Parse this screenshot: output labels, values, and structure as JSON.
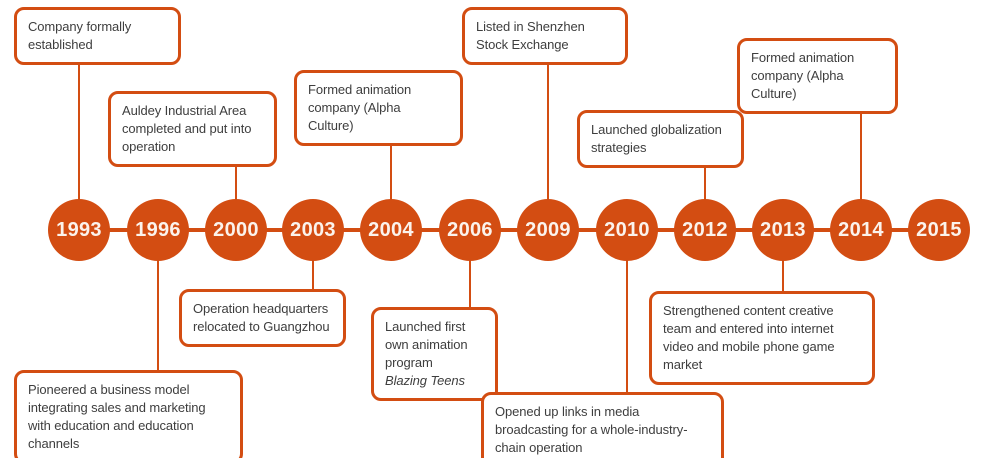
{
  "diagram": {
    "type": "timeline",
    "accent_color": "#d34d12",
    "text_color": "#3e3e3e",
    "node_text_color": "#fbf3ec",
    "years": [
      "1993",
      "1996",
      "2000",
      "2003",
      "2004",
      "2006",
      "2009",
      "2010",
      "2012",
      "2013",
      "2014",
      "2015"
    ],
    "events": [
      {
        "year": "1993",
        "position": "above",
        "text": "Company formally established"
      },
      {
        "year": "2000",
        "position": "above",
        "text": "Auldey Industrial Area completed and put into operation"
      },
      {
        "year": "2004",
        "position": "above",
        "text": "Formed animation company (Alpha Culture)"
      },
      {
        "year": "2009",
        "position": "above",
        "text": "Listed in Shenzhen Stock Exchange"
      },
      {
        "year": "2012",
        "position": "above",
        "text": "Launched globalization strategies"
      },
      {
        "year": "2014",
        "position": "above",
        "text": "Formed animation company (Alpha Culture)"
      },
      {
        "year": "1996",
        "position": "below",
        "text": "Pioneered a business model integrating sales and marketing with education and education channels"
      },
      {
        "year": "2003",
        "position": "below",
        "text": "Operation headquarters relocated to Guangzhou"
      },
      {
        "year": "2006",
        "position": "below",
        "text": "Launched first own animation program",
        "text_italic": "Blazing Teens"
      },
      {
        "year": "2010",
        "position": "below",
        "text": "Opened up links in media broadcasting for a whole-industry-chain operation"
      },
      {
        "year": "2013",
        "position": "below",
        "text": "Strengthened content creative team and entered into internet video and mobile phone game market"
      }
    ]
  }
}
